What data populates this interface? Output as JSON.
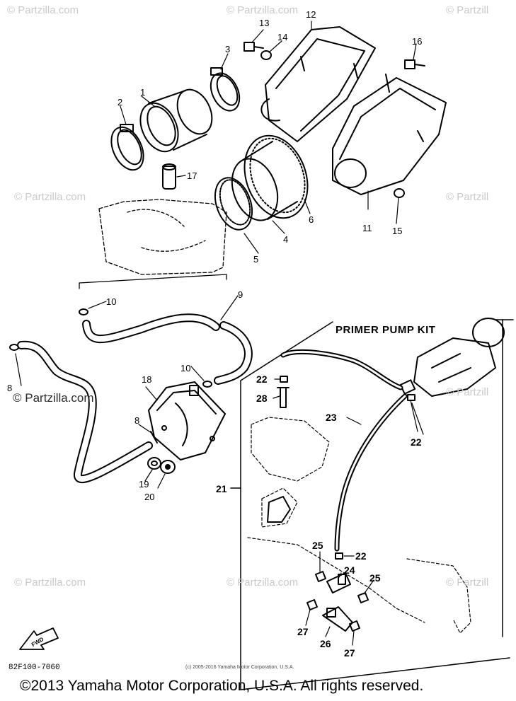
{
  "watermarks": {
    "site": "© Partzilla.com",
    "site_short": "© Partzill",
    "site_prominent": "© Partzilla.com"
  },
  "callouts": {
    "p1": "1",
    "p2": "2",
    "p3": "3",
    "p4": "4",
    "p5": "5",
    "p6": "6",
    "p8a": "8",
    "p8b": "8",
    "p9": "9",
    "p10a": "10",
    "p10b": "10",
    "p11": "11",
    "p12": "12",
    "p13": "13",
    "p14": "14",
    "p15": "15",
    "p16": "16",
    "p17": "17",
    "p18": "18",
    "p19": "19",
    "p20": "20",
    "p21": "21",
    "p22a": "22",
    "p22b": "22",
    "p22c": "22",
    "p23": "23",
    "p24": "24",
    "p25a": "25",
    "p25b": "25",
    "p26": "26",
    "p27a": "27",
    "p27b": "27",
    "p28": "28"
  },
  "kit_title": "PRIMER PUMP KIT",
  "fwd_label": "FWD",
  "doc_number": "82F100-7060",
  "inner_copyright": "(c) 2005-2016 Yamaha Motor Corporation, U.S.A.",
  "copyright": "©2013 Yamaha Motor Corporation, U.S.A. All rights reserved."
}
